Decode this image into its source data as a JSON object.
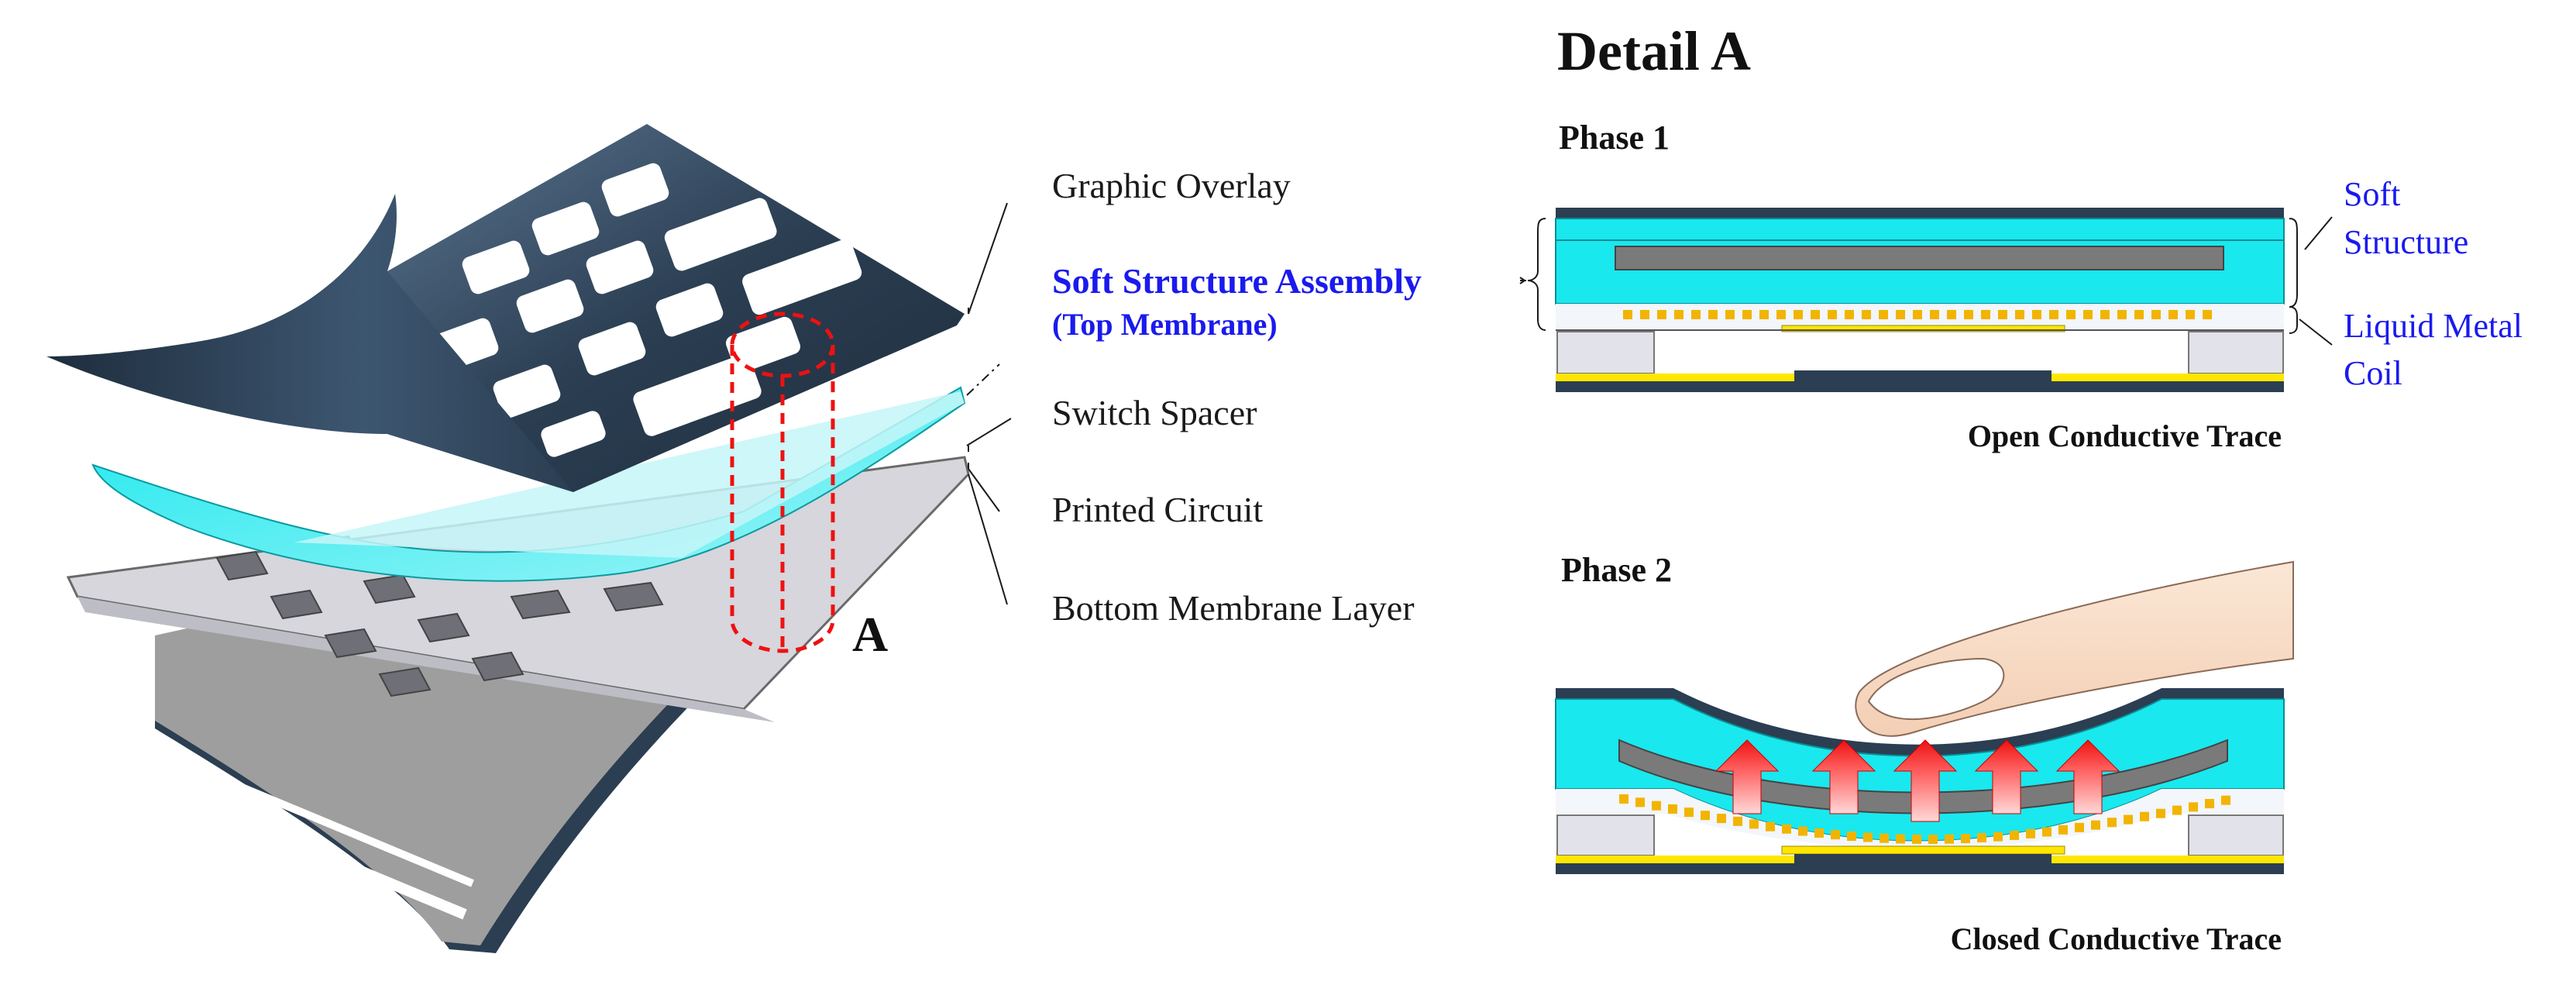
{
  "left_labels": {
    "graphic_overlay": "Graphic Overlay",
    "soft_structure_line1": "Soft Structure Assembly",
    "soft_structure_line2": "(Top Membrane)",
    "switch_spacer": "Switch Spacer",
    "printed_circuit": "Printed Circuit",
    "bottom_membrane": "Bottom Membrane Layer",
    "detail_marker": "A"
  },
  "detail": {
    "title": "Detail A",
    "phase1": {
      "label": "Phase 1",
      "caption": "Open Conductive Trace"
    },
    "phase2": {
      "label": "Phase 2",
      "caption": "Closed Conductive Trace"
    },
    "side_labels": {
      "soft_line1": "Soft",
      "soft_line2": "Structure",
      "coil_line1": "Liquid Metal",
      "coil_line2": "Coil"
    }
  },
  "colors": {
    "navy": "#2b3e52",
    "cyan": "#19e8ee",
    "pale_cyan": "#c4f6f8",
    "gray_bar": "#7a7a7a",
    "gold": "#f2b400",
    "yellow_trace": "#ffe600",
    "label_blue": "#1a1aee",
    "dash_red": "#ee1111",
    "light_gray": "#e2e2ea",
    "finger": "#f7dcc6"
  }
}
